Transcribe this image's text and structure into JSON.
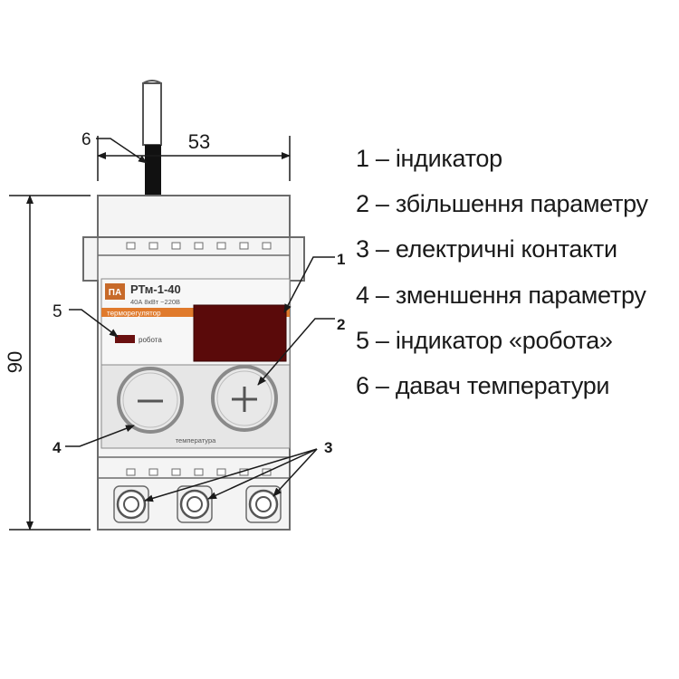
{
  "dimensions": {
    "width": "53",
    "height": "90"
  },
  "callouts": [
    "1",
    "2",
    "3",
    "4",
    "5",
    "6"
  ],
  "device": {
    "brand_logo": "ПА",
    "model": "РТм-1-40",
    "specs": "40А 8кВт ~220В",
    "type_band": "терморегулятор",
    "work_led_label": "робота",
    "knob_label": "температура",
    "minus_symbol": "−",
    "plus_symbol": "+"
  },
  "legend": [
    "1 – індикатор",
    "2 – збільшення параметру",
    "3 – електричні контакти",
    "4 – зменшення параметру",
    "5 – індикатор «робота»",
    "6 – давач температури"
  ],
  "colors": {
    "body": "#f2f2f2",
    "outline": "#6b6b6b",
    "display": "#5a0a0a",
    "band": "#e07a2c",
    "sensor": "#111111",
    "logo_bg": "#c76a2a"
  }
}
